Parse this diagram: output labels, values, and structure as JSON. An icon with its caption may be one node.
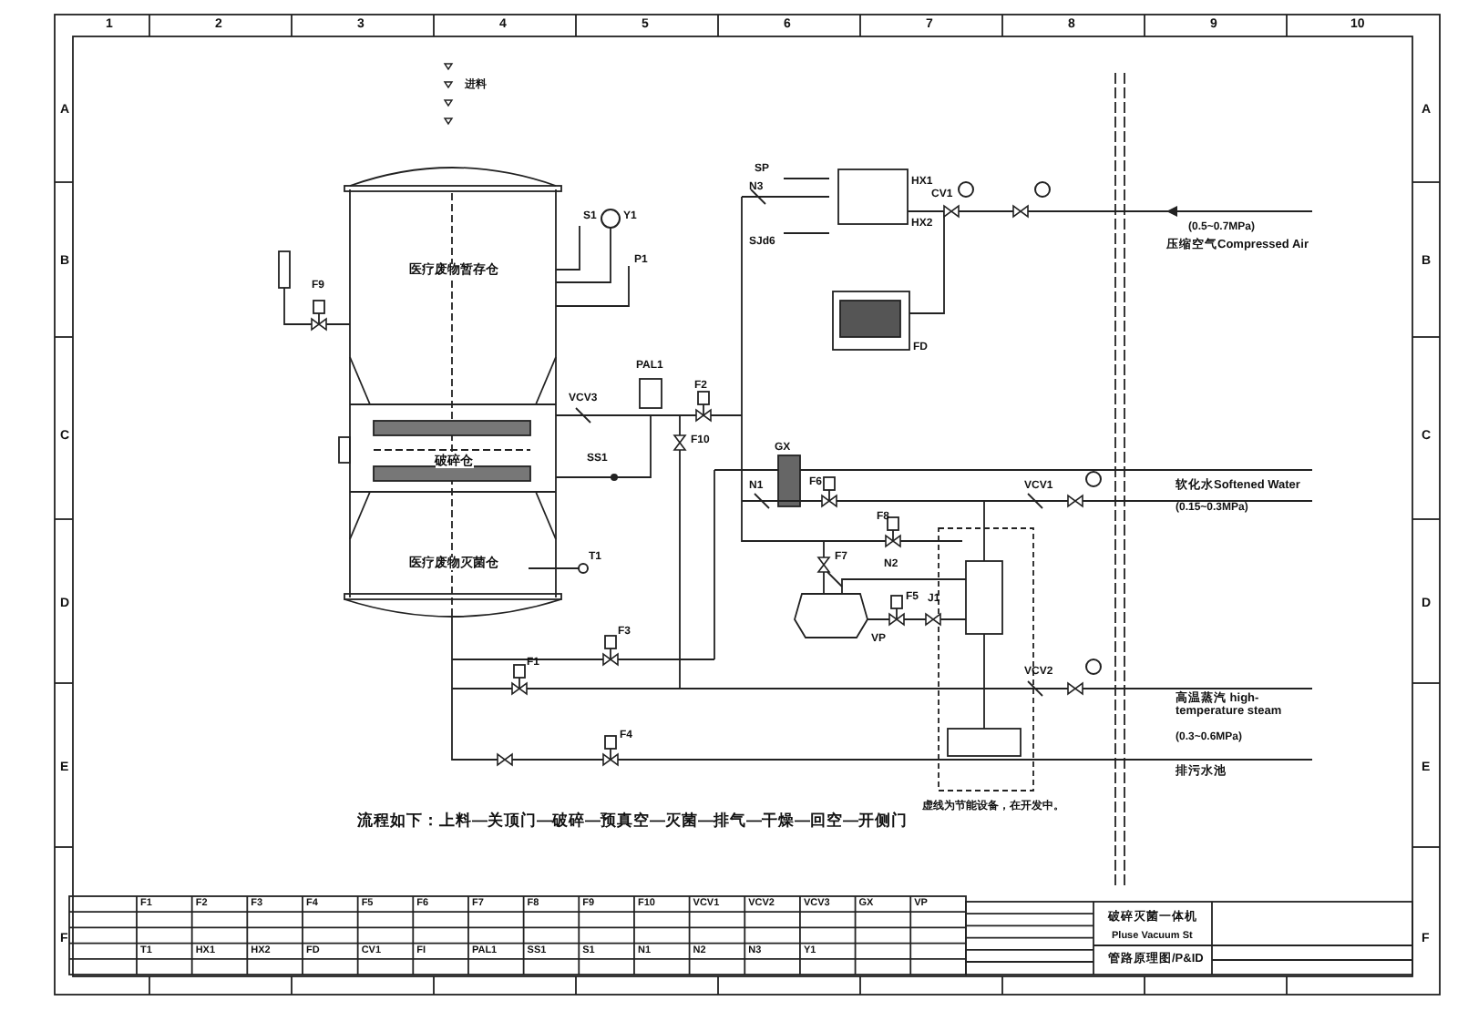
{
  "diagram": {
    "nodes": [
      {
        "text": [
          "医疗废物暂存仓"
        ]
      },
      {
        "text": [
          "破碎仓"
        ]
      },
      {
        "text": [
          "医疗废物灭菌仓"
        ]
      }
    ],
    "labels": [
      "1",
      "2",
      "3",
      "4",
      "5",
      "6",
      "7",
      "8",
      "9",
      "10",
      "A",
      "B",
      "C",
      "D",
      "E",
      "F",
      "A",
      "B",
      "C",
      "D",
      "E",
      "F",
      "进料",
      "SP",
      "N3",
      "HX1",
      "HX2",
      "SJd6",
      "CV1",
      "S1",
      "Y1",
      "P1",
      "F9",
      "FD",
      "(0.5~0.7MPa)",
      "压缩空气Compressed Air",
      "PAL1",
      "F2",
      "VCV3",
      "F10",
      "GX",
      "SS1",
      "N1",
      "F6",
      "VCV1",
      "软化水Softened Water",
      "(0.15~0.3MPa)",
      "F8",
      "T1",
      "F7",
      "N2",
      "F5",
      "J1",
      "F3",
      "VP",
      "F1",
      "VCV2",
      "高温蒸汽 high-temperature steam",
      "F4",
      "(0.3~0.6MPa)",
      "排污水池",
      "虚线为节能设备，在开发中。",
      "流程如下：上料—关顶门—破碎—预真空—灭菌—排气—干燥—回空—开侧门",
      "F1",
      "F2",
      "F3",
      "F4",
      "F5",
      "F6",
      "F7",
      "F8",
      "F9",
      "F10",
      "VCV1",
      "VCV2",
      "VCV3",
      "GX",
      "VP",
      "T1",
      "HX1",
      "HX2",
      "FD",
      "CV1",
      "FI",
      "PAL1",
      "SS1",
      "S1",
      "N1",
      "N2",
      "N3",
      "Y1",
      "破碎灭菌一体机",
      "Pluse Vacuum St",
      "管路原理图/P&ID"
    ]
  }
}
